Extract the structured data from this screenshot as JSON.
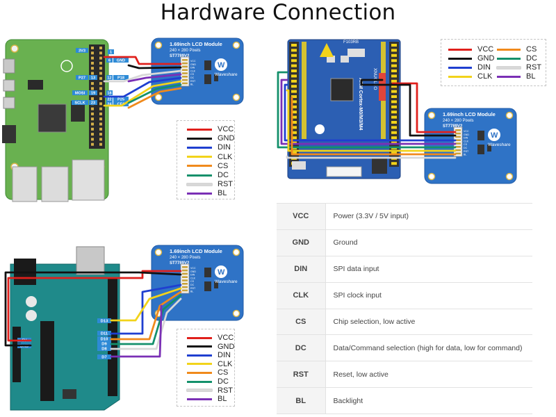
{
  "title": "Hardware Connection",
  "lcd_module": {
    "name": "1.69inch LCD Module",
    "resolution": "240 × 280 Pixels",
    "driver": "ST7789V2",
    "brand": "Waveshare",
    "logo_mark": "W",
    "pins": [
      "VCC",
      "GND",
      "DIN",
      "CLK",
      "CS",
      "DC",
      "RST",
      "BL"
    ]
  },
  "wire_colors": {
    "VCC": "#e0201c",
    "GND": "#111111",
    "DIN": "#1f3fd0",
    "CLK": "#f2d31a",
    "CS": "#f08a1c",
    "DC": "#14906b",
    "RST": "#d8d8d8",
    "BL": "#7a2fb5"
  },
  "legend": {
    "items": [
      {
        "label": "VCC",
        "color": "#e0201c"
      },
      {
        "label": "GND",
        "color": "#111111"
      },
      {
        "label": "DIN",
        "color": "#1f3fd0"
      },
      {
        "label": "CLK",
        "color": "#f2d31a"
      },
      {
        "label": "CS",
        "color": "#f08a1c"
      },
      {
        "label": "DC",
        "color": "#14906b"
      },
      {
        "label": "RST",
        "color": "#d8d8d8"
      },
      {
        "label": "BL",
        "color": "#7a2fb5"
      }
    ]
  },
  "raspberry_pi": {
    "header_labels": [
      {
        "text": "3V3"
      },
      {
        "text": "6"
      },
      {
        "text": "GND"
      },
      {
        "text": "1"
      },
      {
        "text": "P27"
      },
      {
        "text": "13"
      },
      {
        "text": "12"
      },
      {
        "text": "P18"
      },
      {
        "text": "MOSI"
      },
      {
        "text": "19"
      },
      {
        "text": "18"
      },
      {
        "text": "22"
      },
      {
        "text": "P25"
      },
      {
        "text": "SCLK"
      },
      {
        "text": "23"
      },
      {
        "text": "24"
      },
      {
        "text": "CE0"
      }
    ]
  },
  "stm32": {
    "board_label": "XNUCLEO",
    "chip_label": "ARM Cortex-M0/M3/M4",
    "model_label": "F103RB"
  },
  "arduino": {
    "pin_labels": [
      {
        "text": "D13"
      },
      {
        "text": "D11"
      },
      {
        "text": "D10"
      },
      {
        "text": "D9"
      },
      {
        "text": "D8"
      },
      {
        "text": "D7"
      },
      {
        "text": "5V"
      },
      {
        "text": "GND"
      }
    ]
  },
  "pin_table": [
    {
      "pin": "VCC",
      "desc": "Power (3.3V / 5V input)"
    },
    {
      "pin": "GND",
      "desc": "Ground"
    },
    {
      "pin": "DIN",
      "desc": "SPI data input"
    },
    {
      "pin": "CLK",
      "desc": "SPI clock input"
    },
    {
      "pin": "CS",
      "desc": "Chip selection, low active"
    },
    {
      "pin": "DC",
      "desc": "Data/Command selection (high for data, low for command)"
    },
    {
      "pin": "RST",
      "desc": "Reset, low active"
    },
    {
      "pin": "BL",
      "desc": "Backlight"
    }
  ]
}
